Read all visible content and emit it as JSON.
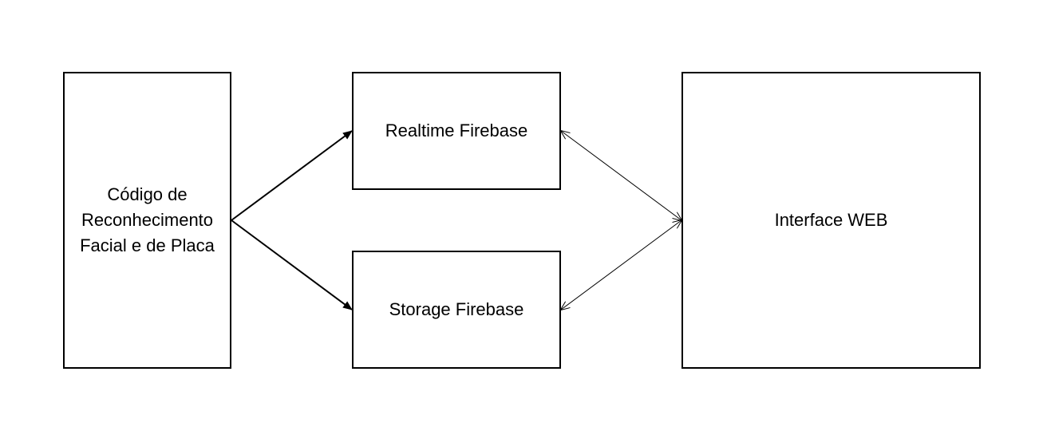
{
  "nodes": {
    "code": {
      "lines": [
        "Código de",
        "Reconhecimento",
        "Facial e de Placa"
      ]
    },
    "realtime": {
      "label": "Realtime Firebase"
    },
    "storage": {
      "label": "Storage Firebase"
    },
    "web": {
      "label": "Interface WEB"
    }
  },
  "edges": [
    {
      "from": "code",
      "to": "realtime",
      "direction": "forward"
    },
    {
      "from": "code",
      "to": "storage",
      "direction": "forward"
    },
    {
      "from": "realtime",
      "to": "web",
      "direction": "both"
    },
    {
      "from": "storage",
      "to": "web",
      "direction": "both"
    }
  ],
  "colors": {
    "stroke": "#000000",
    "background": "#ffffff"
  }
}
